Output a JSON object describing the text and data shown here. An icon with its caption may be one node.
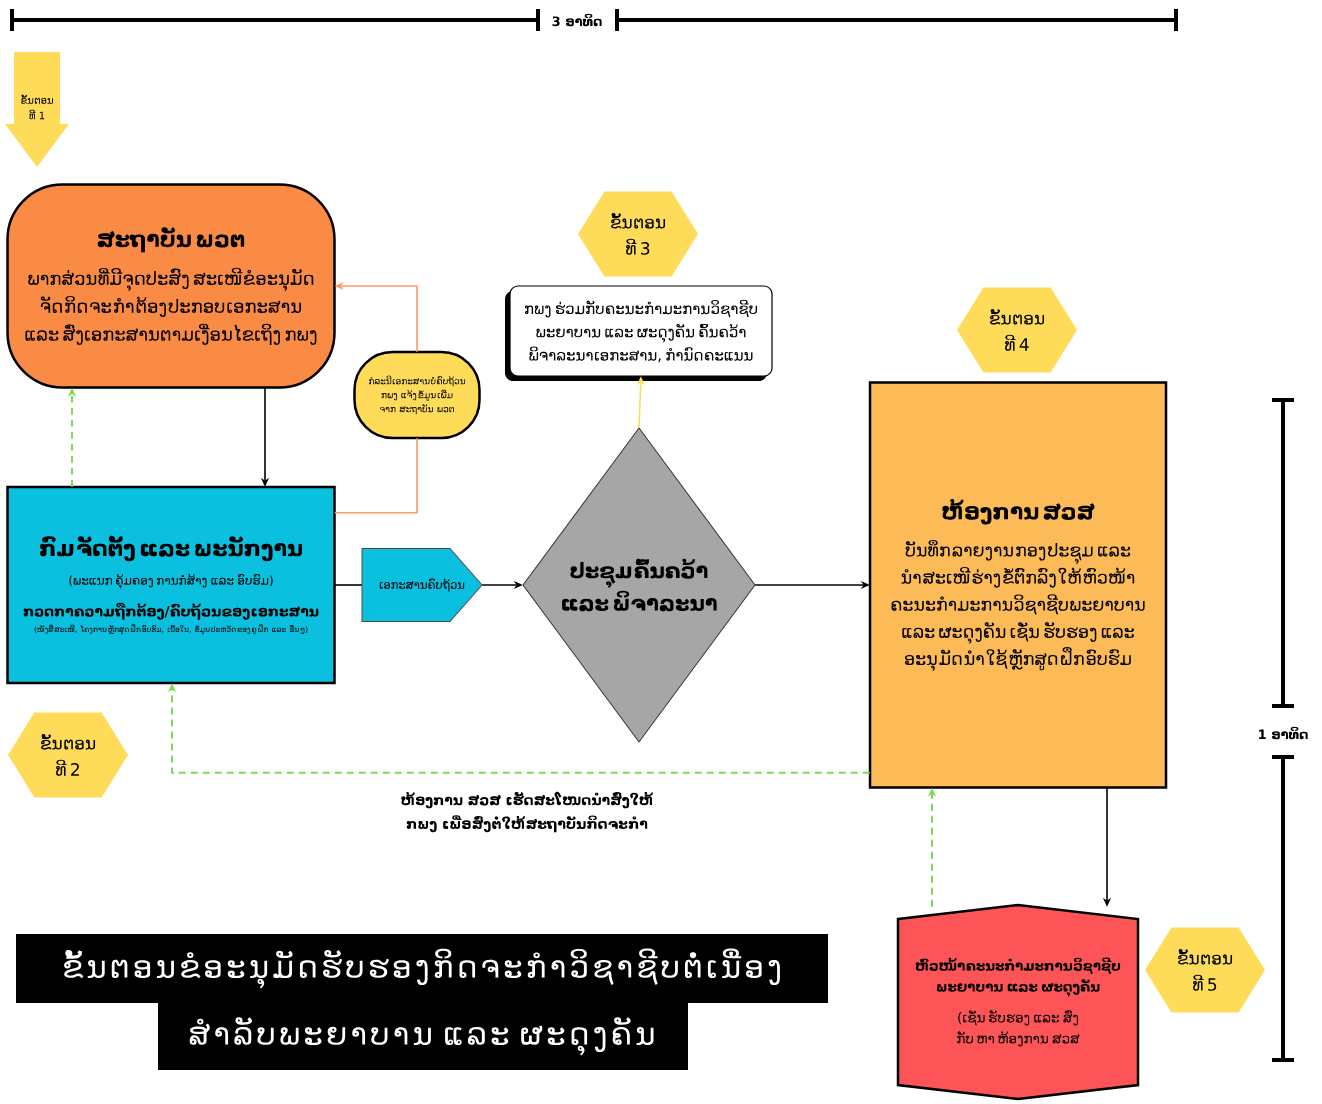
{
  "diagram": {
    "title": "ຂັ້ນຕອນຂໍອະນຸມັດຮັບຮອງກິດຈະກໍາວິຊາຊີບຕໍ່ເນື່ອງ ສໍາລັບພະຍາບານ ແລະ ຜະດຸງຄັນ",
    "nodes": [
      {
        "text": [
          "ຂັ້ນຕອນ ທີ 1"
        ]
      },
      {
        "text": [
          "ຂັ້ນຕອນ ທີ 3"
        ]
      },
      {
        "text": [
          "ກພງ ຮ່ວມກັບຄະນະກໍາມະການວິຊາຊີບ ພະຍາບານ ແລະ ຜະດຸງຄັນ ຄົ້ນຄວ້າ ພິຈາລະນາເອກະສານ, ກໍານົດຄະແນນ"
        ]
      },
      {
        "text": [
          "ຂັ້ນຕອນ ທີ 4"
        ]
      },
      {
        "text": [
          "ສະຖາບັນ ພວຕ",
          "ພາກສ່ວນທີ່ມີຈຸດປະສົງ ສະເໜີຂໍອະນຸມັດ ຈັດກິດຈະກໍາຕ້ອງປະກອບເອກະສານ ແລະ ສົ່ງເອກະສານຕາມເງື່ອນໄຂເຖິງ ກພງ"
        ]
      },
      {
        "text": [
          "ກໍລະນີເອກະສານບໍ່ຄົບຖ້ວນ ກພງ ແຈ້ງຂໍ້ມູນເພີ່ມຈາກ ສະຖາບັນ ພວຕ"
        ]
      },
      {
        "text": [
          "ກົມຈັດຕັ້ງ ແລະ ພະນັກງານ",
          "(ພະແນກຄຸ້ມຄອງການກໍ່ສ້າງ ແລະ ອົບຮົມ)",
          "ກວດກາຄວາມຖືກຕ້ອງ/ຄົບຖ້ວນຂອງເອກະສານ",
          "(ໜັງສືສະເໜີ, ໂຄງການຫຼັກສູດຝຶກອົບຮົມ, ເນື້ອໃນ, ຂໍ້ມູນປະຫວັດຂອງຄູຝຶກ ແລະ ອື່ນໆ)"
        ]
      },
      {
        "text": [
          "ເອກະສານຄົບຖ້ວນ"
        ]
      },
      {
        "text": [
          "ປະຊຸມຄົ້ນຄວ້າ ແລະ ພິຈາລະນາ"
        ]
      },
      {
        "text": [
          "ຫ້ອງການ ສວສ",
          "ບັນທຶກລາຍງານກອງປະຊຸມ ແລະ ນໍາສະເໜີຮ່າງຂໍ້ຕົກລົງໃຫ້ຫົວໜ້າຄະນະກໍາມະການວິຊາຊີບພະຍາບານ ແລະ ຜະດຸງຄັນ ເຊັ່ນ ຮັບຮອງ ແລະ ອະນຸມັດນໍາໃຊ້ຫຼັກສູດຝຶກອົບຮົມ"
        ]
      },
      {
        "text": [
          "ຂັ້ນຕອນ ທີ 2"
        ]
      },
      {
        "text": [
          "ຂັ້ນຕອນ ທີ 5"
        ]
      },
      {
        "text": [
          "ຫົວໜ້າຄະນະກໍາມະການວິຊາຊີບ ພະຍາບານ ແລະ ຜະດຸງຄັນ",
          "(ເຊັ່ນຮັບຮອງ ແລະ ສົ່ງກັບຫາຫ້ອງການ ສວສ"
        ]
      }
    ],
    "edges": [
      {
        "from": 4,
        "to": 6,
        "arrow": "to"
      },
      {
        "from": 6,
        "to": 5,
        "arrow": "none",
        "color": "#ff9966"
      },
      {
        "from": 5,
        "to": 4,
        "arrow": "to",
        "color": "#ff9966"
      },
      {
        "from": 6,
        "to": 7,
        "arrow": "none"
      },
      {
        "from": 7,
        "to": 8,
        "arrow": "to"
      },
      {
        "from": 8,
        "to": 2,
        "arrow": "to",
        "color": "#ffde59"
      },
      {
        "from": 8,
        "to": 9,
        "arrow": "to"
      },
      {
        "from": 9,
        "to": 12,
        "arrow": "to"
      },
      {
        "from": 12,
        "to": 9,
        "arrow": "to",
        "style": "dashed",
        "color": "#7ed957"
      },
      {
        "from": 9,
        "to": 6,
        "arrow": "to",
        "style": "dashed",
        "color": "#7ed957",
        "label": "ຫ້ອງການ ສວສ ເຮັດສະໂໜດນໍາສົ່ງໃຫ້ ກພງ ເພື່ອສົ່ງຕໍ່ໃຫ້ສະຖາບັນກິດຈະກໍາ"
      },
      {
        "from": 6,
        "to": 4,
        "arrow": "to",
        "style": "dashed",
        "color": "#7ed957"
      }
    ],
    "labels": [
      "3 ອາທິດ",
      "1 ອາທິດ"
    ]
  }
}
